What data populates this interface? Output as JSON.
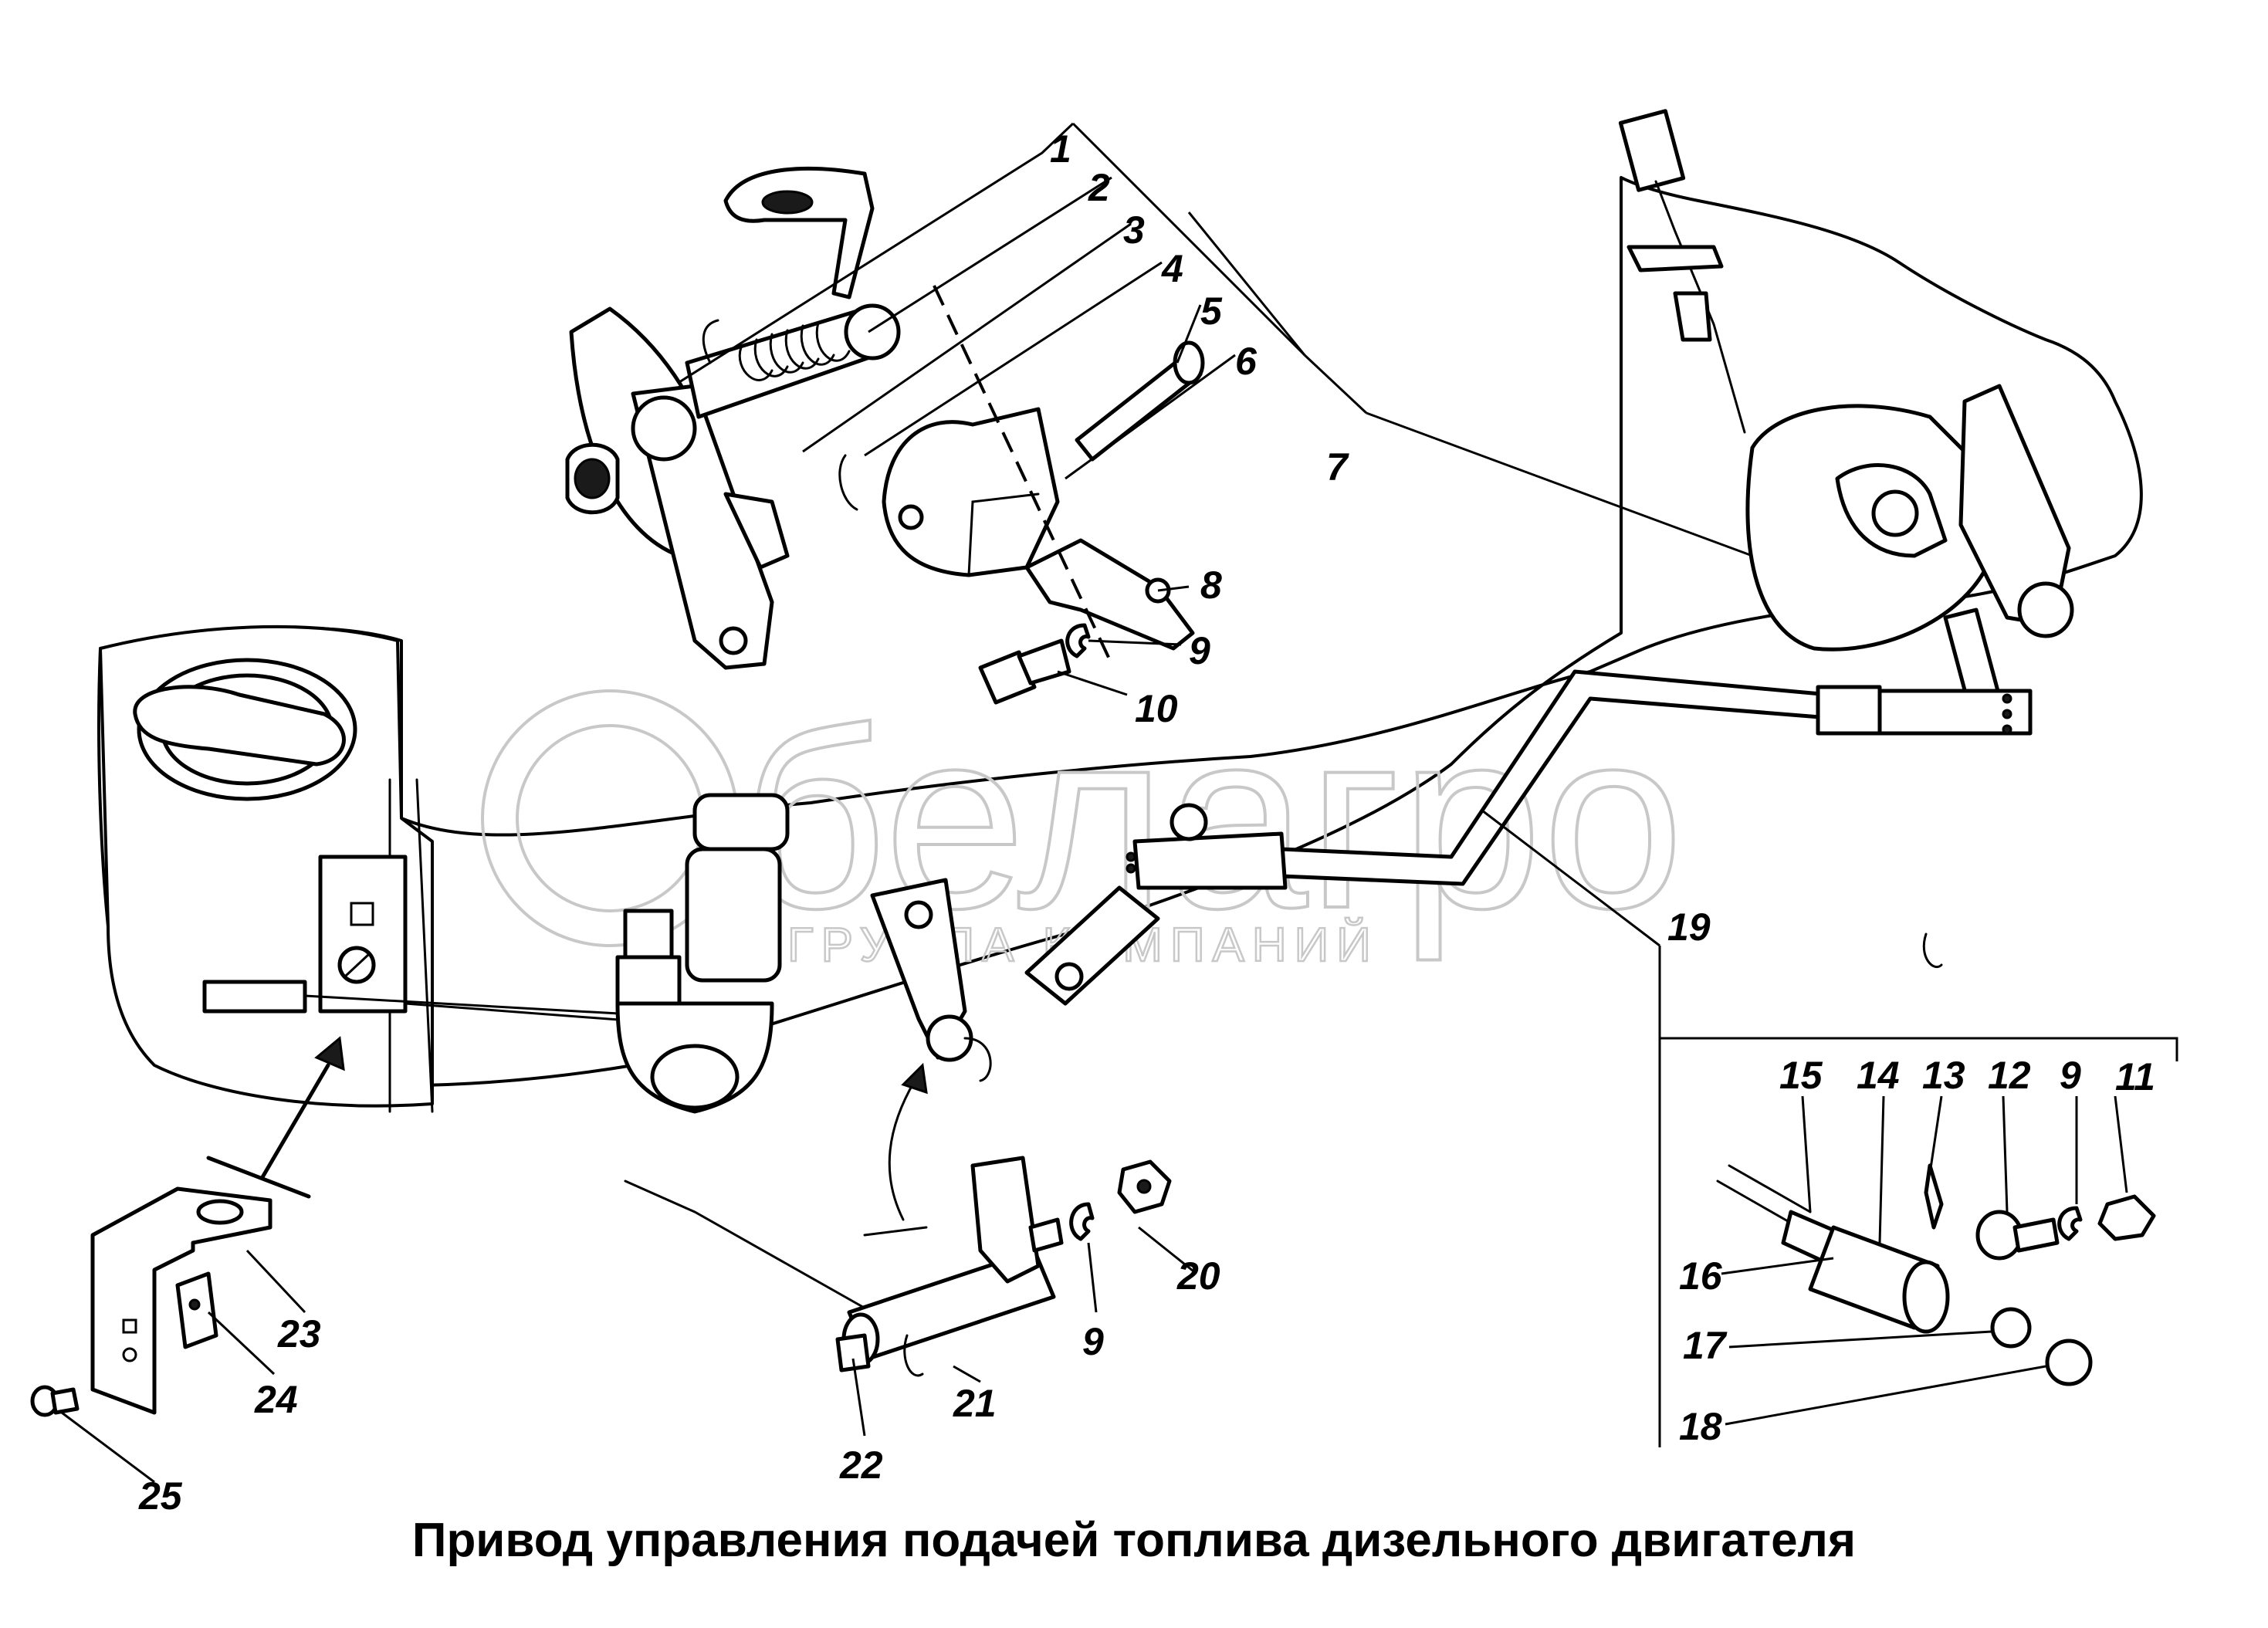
{
  "caption": "Привод управления подачей топлива дизельного двигателя",
  "watermark": {
    "brand": "белагро",
    "subtitle": "ГРУППА КОМПАНИЙ"
  },
  "callouts": [
    "1",
    "2",
    "3",
    "4",
    "5",
    "6",
    "7",
    "8",
    "9",
    "10",
    "11",
    "12",
    "13",
    "14",
    "15",
    "16",
    "17",
    "18",
    "19",
    "20",
    "21",
    "22",
    "23",
    "24",
    "25"
  ],
  "callout_labels": {
    "c1": "1",
    "c2": "2",
    "c3": "3",
    "c4": "4",
    "c5": "5",
    "c6": "6",
    "c7": "7",
    "c8": "8",
    "c9a": "9",
    "c10": "10",
    "c15": "15",
    "c14": "14",
    "c13": "13",
    "c12": "12",
    "c9b": "9",
    "c11": "11",
    "c19": "19",
    "c16": "16",
    "c17": "17",
    "c18": "18",
    "c20": "20",
    "c9c": "9",
    "c21": "21",
    "c22": "22",
    "c23": "23",
    "c24": "24",
    "c25": "25"
  },
  "colors": {
    "ink": "#000000",
    "watermark": "#c8c8c8",
    "background": "#ffffff"
  }
}
